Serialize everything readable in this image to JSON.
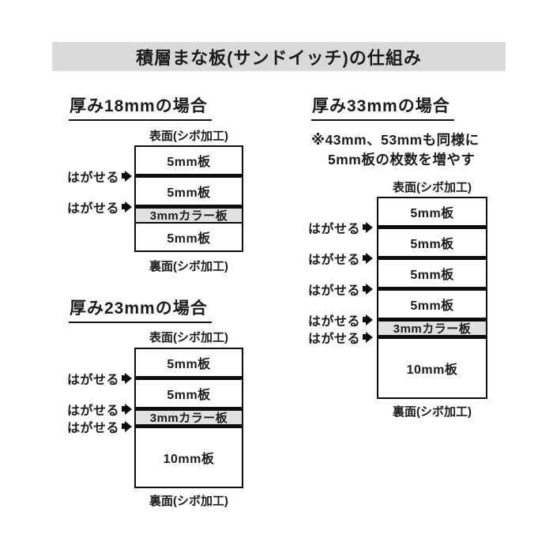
{
  "title": "積層まな板(サンドイッチ)の仕組み",
  "surface_labels": {
    "front": "表面(シボ加工)",
    "back": "裏面(シボ加工)"
  },
  "peel_label": "はがせる",
  "colors": {
    "banner_bg": "#d9d9d9",
    "color_board_bg": "#e0e0e0",
    "line": "#0d0d0d"
  },
  "diagrams": [
    {
      "heading": "厚み18mmの場合",
      "total_mm": 18,
      "layers": [
        {
          "label": "5mm板",
          "mm": 5,
          "color": "white",
          "divider_after": "thick",
          "peel_after": true
        },
        {
          "label": "5mm板",
          "mm": 5,
          "color": "white",
          "divider_after": "thick",
          "peel_after": true
        },
        {
          "label": "3mmカラー板",
          "mm": 3,
          "color": "gray",
          "divider_after": "thin",
          "peel_after": false
        },
        {
          "label": "5mm板",
          "mm": 5,
          "color": "white",
          "divider_after": null,
          "peel_after": false
        }
      ]
    },
    {
      "heading": "厚み23mmの場合",
      "total_mm": 23,
      "layers": [
        {
          "label": "5mm板",
          "mm": 5,
          "color": "white",
          "divider_after": "thick",
          "peel_after": true
        },
        {
          "label": "5mm板",
          "mm": 5,
          "color": "white",
          "divider_after": "thick",
          "peel_after": true
        },
        {
          "label": "3mmカラー板",
          "mm": 3,
          "color": "gray",
          "divider_after": "thick",
          "peel_after": true
        },
        {
          "label": "10mm板",
          "mm": 10,
          "color": "white",
          "divider_after": null,
          "peel_after": false
        }
      ]
    },
    {
      "heading": "厚み33mmの場合",
      "total_mm": 33,
      "note_lines": [
        "※43mm、53mmも同様に",
        "5mm板の枚数を増やす"
      ],
      "layers": [
        {
          "label": "5mm板",
          "mm": 5,
          "color": "white",
          "divider_after": "thick",
          "peel_after": true
        },
        {
          "label": "5mm板",
          "mm": 5,
          "color": "white",
          "divider_after": "thick",
          "peel_after": true
        },
        {
          "label": "5mm板",
          "mm": 5,
          "color": "white",
          "divider_after": "thick",
          "peel_after": true
        },
        {
          "label": "5mm板",
          "mm": 5,
          "color": "white",
          "divider_after": "thick",
          "peel_after": true
        },
        {
          "label": "3mmカラー板",
          "mm": 3,
          "color": "gray",
          "divider_after": "thick",
          "peel_after": true
        },
        {
          "label": "10mm板",
          "mm": 10,
          "color": "white",
          "divider_after": null,
          "peel_after": false
        }
      ]
    }
  ]
}
